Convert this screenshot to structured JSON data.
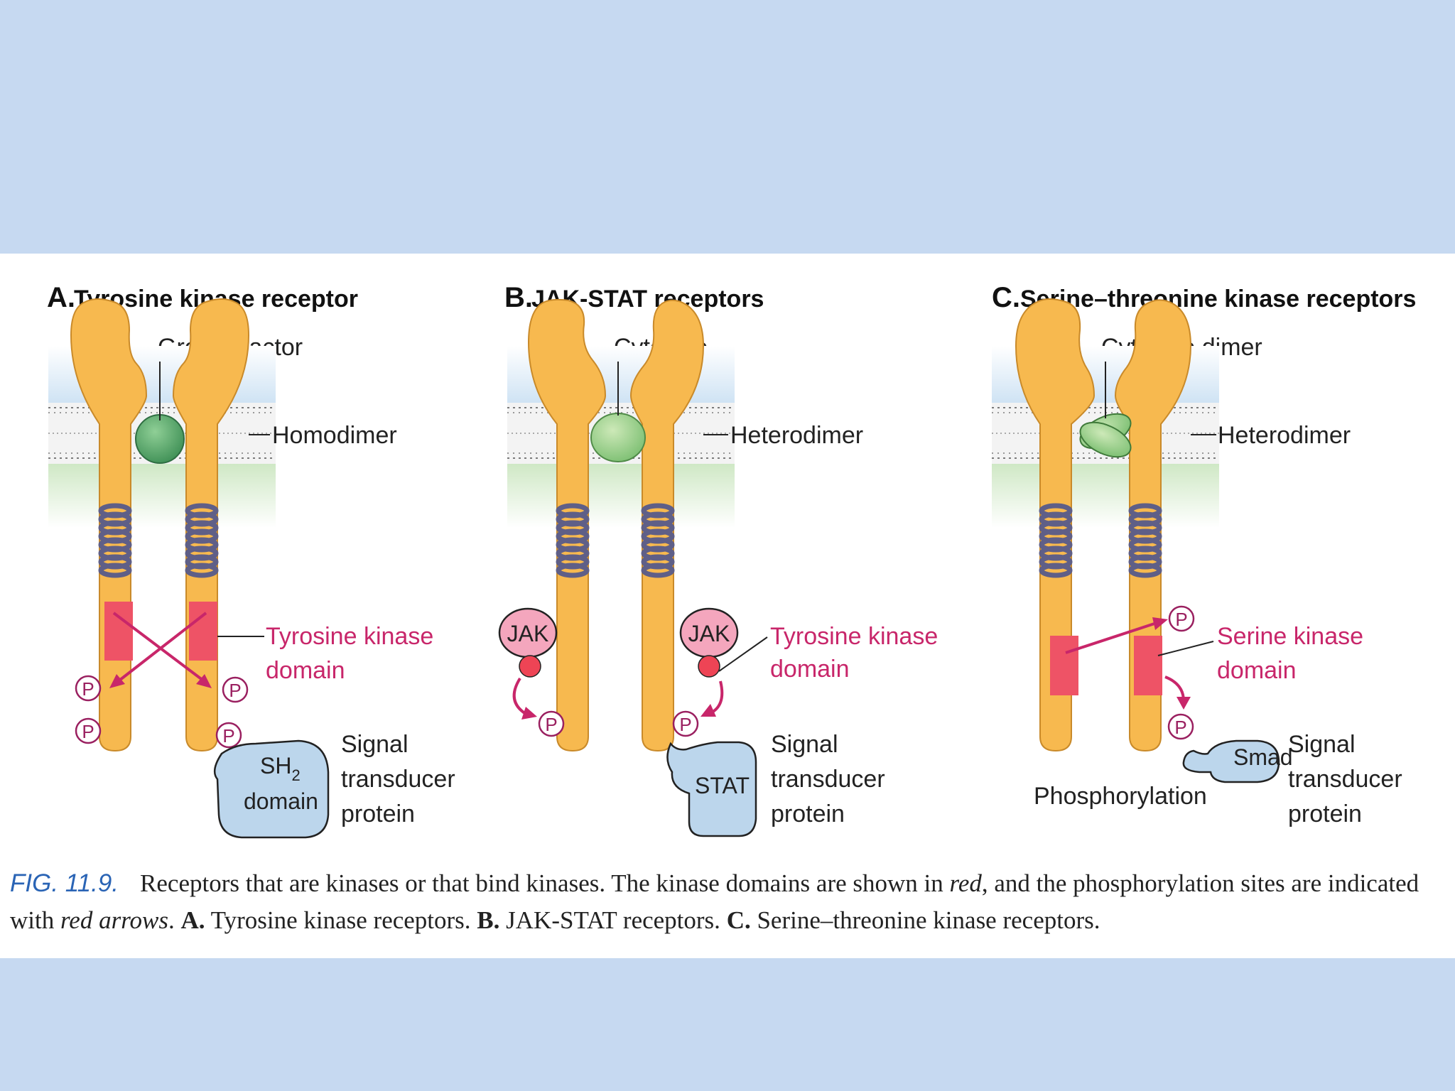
{
  "panels": {
    "a": {
      "letter": "A.",
      "title": "Tyrosine kinase receptor",
      "ligand": "Growth factor",
      "dimer": "Homodimer",
      "kinase_line1": "Tyrosine kinase",
      "kinase_line2": "domain",
      "phospho": "P",
      "transducer_sh": "SH",
      "transducer_sub": "2",
      "transducer_domain": "domain",
      "signal_line1": "Signal",
      "signal_line2": "transducer",
      "signal_line3": "protein"
    },
    "b": {
      "letter": "B.",
      "title": "JAK-STAT receptors",
      "ligand": "Cytokine",
      "dimer": "Heterodimer",
      "jak": "JAK",
      "kinase_line1": "Tyrosine kinase",
      "kinase_line2": "domain",
      "phospho": "P",
      "transducer": "STAT",
      "signal_line1": "Signal",
      "signal_line2": "transducer",
      "signal_line3": "protein"
    },
    "c": {
      "letter": "C.",
      "title": "Serine–threonine kinase receptors",
      "ligand": "Cytokine dimer",
      "dimer": "Heterodimer",
      "kinase_line1": "Serine kinase",
      "kinase_line2": "domain",
      "phospho": "P",
      "transducer": "Smad",
      "process": "Phosphorylation",
      "signal_line1": "Signal",
      "signal_line2": "transducer",
      "signal_line3": "protein"
    }
  },
  "caption": {
    "fig_label": "FIG. 11.9.",
    "text_1": "Receptors that are kinases or that bind kinases. The kinase domains are shown in ",
    "red": "red",
    "text_2": ", and the phosphorylation sites are indicated with ",
    "red_arrows": "red arrows",
    "text_3": ". ",
    "a_label": "A.",
    "a_text": " Tyrosine kinase receptors. ",
    "b_label": "B.",
    "b_text": " JAK-STAT receptors. ",
    "c_label": "C.",
    "c_text": " Serine–threonine kinase receptors."
  },
  "colors": {
    "slide_background": "#c6d9f1",
    "receptor": "#f7b94f",
    "kinase_domain": "#ee5366",
    "highlight_red": "#c8266a",
    "transducer_blue": "#bcd6ec",
    "ligand_green": "#6fb27a",
    "figure_label_blue": "#2a64b5"
  },
  "icons": [
    "membrane-bilayer",
    "alpha-helix-coil",
    "phosphate-circle-icon",
    "arrow-icon"
  ]
}
